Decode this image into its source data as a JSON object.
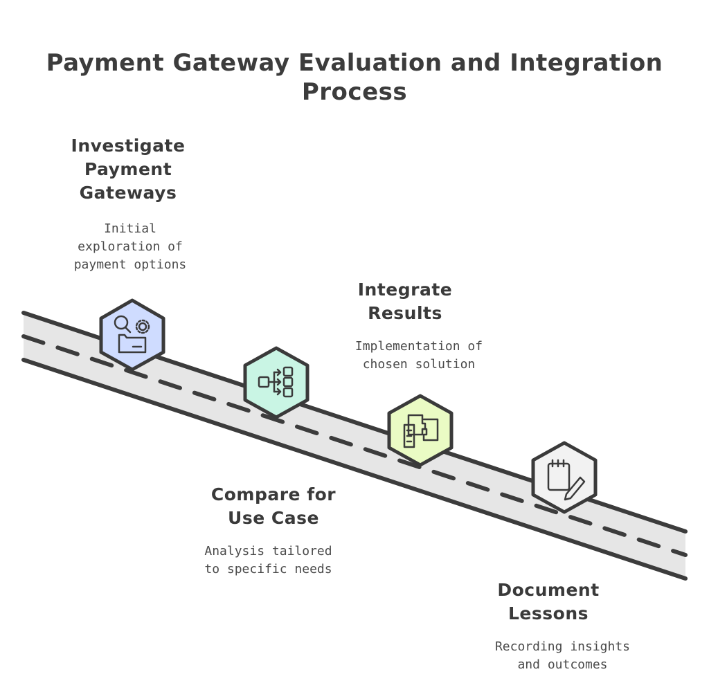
{
  "title": "Payment Gateway Evaluation and Integration Process",
  "steps": [
    {
      "title": "Investigate Payment Gateways",
      "description": "Initial exploration of payment options",
      "icon": "search-gear-folder-icon",
      "color": "#cfdcff"
    },
    {
      "title": "Compare for Use Case",
      "description": "Analysis tailored to specific needs",
      "icon": "branching-options-icon",
      "color": "#c9f5e4"
    },
    {
      "title": "Integrate Results",
      "description": "Implementation of chosen solution",
      "icon": "puzzle-merge-icon",
      "color": "#eafbc4"
    },
    {
      "title": "Document Lessons",
      "description": "Recording insights and outcomes",
      "icon": "notepad-pencil-icon",
      "color": "#f2f2f2"
    }
  ]
}
